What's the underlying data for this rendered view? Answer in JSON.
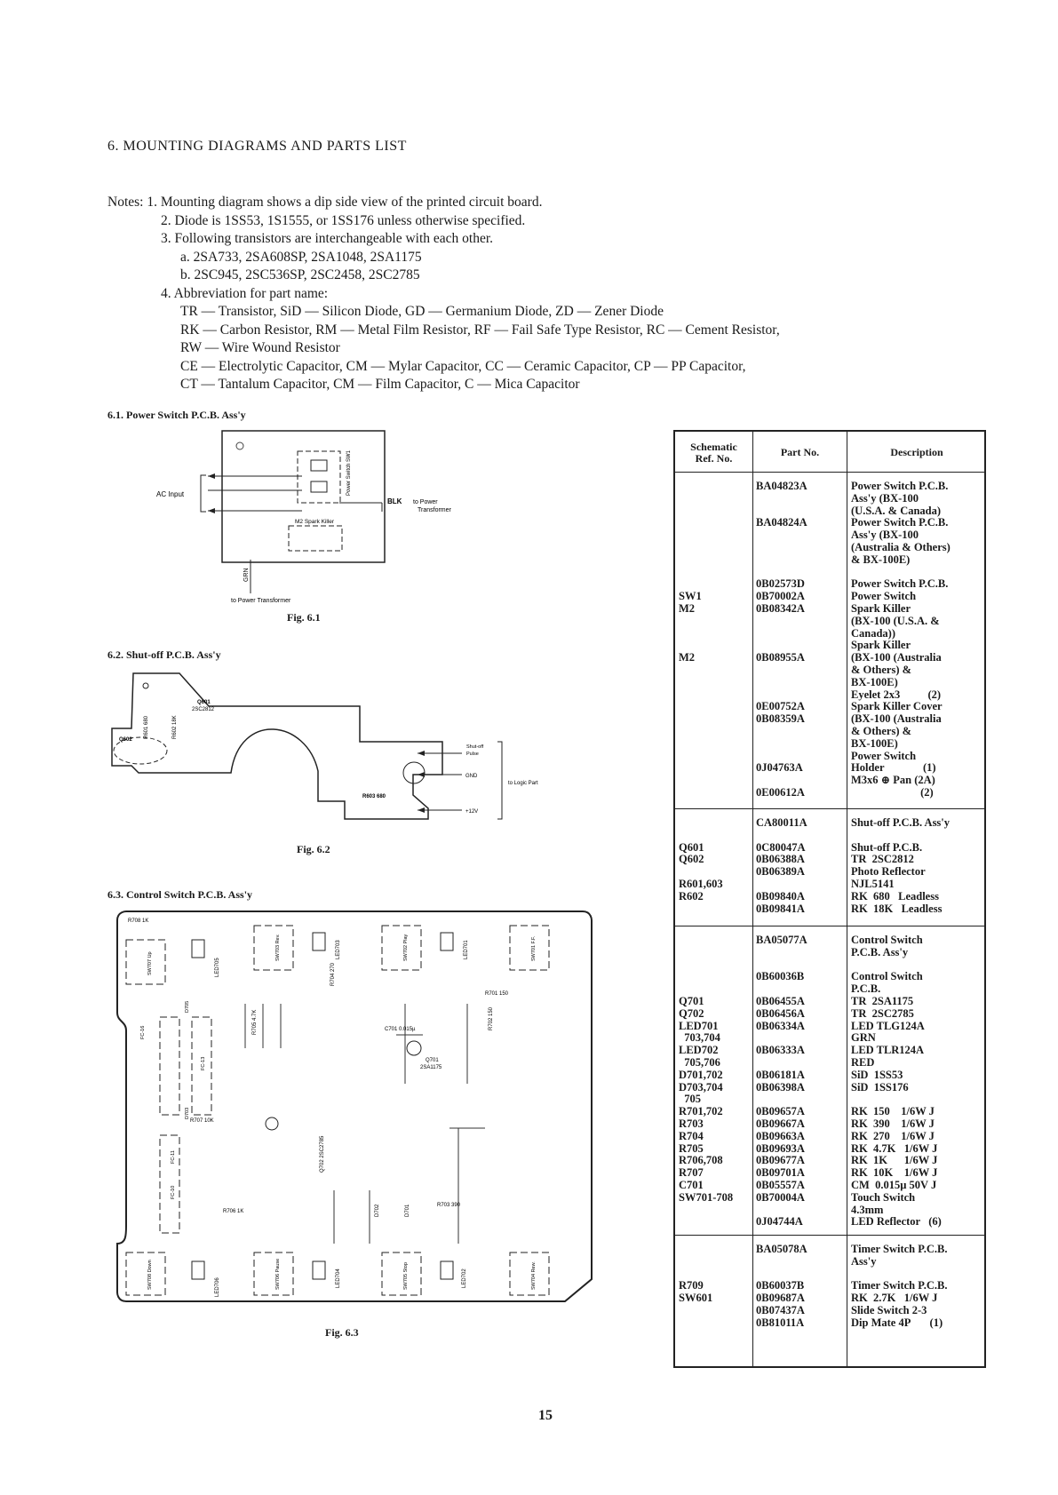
{
  "heading": "6.    MOUNTING DIAGRAMS AND PARTS LIST",
  "notes": [
    "Notes:  1.  Mounting diagram shows a dip side view of the printed circuit board.",
    "2.  Diode is 1SS53, 1S1555, or 1SS176 unless otherwise specified.",
    "3.  Following transistors are interchangeable with each other.",
    "a.  2SA733, 2SA608SP, 2SA1048, 2SA1175",
    "b.  2SC945, 2SC536SP, 2SC2458, 2SC2785",
    "4.  Abbreviation for part name:",
    "TR — Transistor, SiD — Silicon Diode, GD — Germanium Diode, ZD — Zener Diode",
    "RK — Carbon Resistor, RM — Metal Film Resistor, RF — Fail Safe Type Resistor, RC — Cement Resistor,",
    "RW — Wire Wound Resistor",
    "CE — Electrolytic Capacitor, CM — Mylar Capacitor, CC — Ceramic Capacitor, CP — PP Capacitor,",
    "CT — Tantalum Capacitor, CM — Film Capacitor, C — Mica Capacitor"
  ],
  "sections": {
    "s61": "6.1. Power Switch P.C.B. Ass'y",
    "s62": "6.2. Shut-off P.C.B. Ass'y",
    "s63": "6.3. Control Switch P.C.B. Ass'y"
  },
  "figures": {
    "f1": "Fig. 6.1",
    "f2": "Fig. 6.2",
    "f3": "Fig. 6.3"
  },
  "fig1_labels": {
    "ac_input": "AC Input",
    "blk": "BLK",
    "to_power_transformer_right": "to Power\nTransformer",
    "m2": "M2 Spark Killer",
    "grn": "GRN",
    "to_power_transformer_bottom": "to Power Transformer",
    "sw1": "Power Switch SW1"
  },
  "fig2_labels": {
    "q601": "Q601",
    "q601_type": "2SC2812",
    "q602": "Q602",
    "r601": "R601 680",
    "r602": "R602 18K",
    "r603": "R603  680",
    "shutoff": "Shut-off\nPulse",
    "gnd": "GND",
    "v12": "+12V",
    "to_logic": "to Logic Part"
  },
  "fig3_labels": {
    "r708": "R708 1K",
    "r701": "R701 150",
    "r702": "R702 150",
    "r704": "R704 270",
    "r705": "R705 4.7K",
    "r707": "R707 10K",
    "r706": "R706 1K",
    "r703": "R703 390",
    "c701": "C701 0.015µ",
    "q701": "Q701",
    "q701_type": "2SA1175",
    "q702": "Q702 2SC2785",
    "d702": "D702",
    "d701": "D701",
    "led705": "LED705",
    "led703": "LED703",
    "led701": "LED701",
    "led706": "LED706",
    "led704": "LED704",
    "led702": "LED702",
    "sw707": "SW707 Up",
    "sw703": "SW703 Rev.",
    "sw702": "SW702 Play",
    "sw701": "SW701 F.F.",
    "sw708": "SW708 Down",
    "sw706": "SW706 Pause",
    "sw705": "SW705 Stop",
    "sw704": "SW704 Rew.",
    "fc16": "FC-16",
    "fc13": "FC-13",
    "fc11": "FC-11",
    "fc10": "FC-10",
    "d705": "D705",
    "d703": "D703"
  },
  "table": {
    "headers": [
      "Schematic\nRef. No.",
      "Part No.",
      "Description"
    ],
    "groups": [
      {
        "refs": "\n\n\n\n\n\n\n\n\nSW1\nM2\n\n\n\nM2",
        "parts": "BA04823A\n\n\nBA04824A\n\n\n\n\n0B02573D\n0B70002A\n0B08342A\n\n\n\n0B08955A\n\n\n\n0E00752A\n0B08359A\n\n\n\n0J04763A\n\n0E00612A",
        "descs": "Power Switch P.C.B.\nAss'y (BX-100\n(U.S.A. & Canada)\nPower Switch P.C.B.\nAss'y (BX-100\n(Australia & Others)\n& BX-100E)\n\nPower Switch P.C.B.\nPower Switch\nSpark Killer\n(BX-100 (U.S.A. &\nCanada))\nSpark Killer\n(BX-100 (Australia\n& Others) &\nBX-100E)\nEyelet 2x3          (2)\nSpark Killer Cover\n(BX-100 (Australia\n& Others) &\nBX-100E)\nPower Switch\nHolder              (1)\nM3x6 ⊕ Pan (2A)\n                         (2)"
      },
      {
        "refs": "\n\nQ601\nQ602\n\nR601,603\nR602",
        "parts": "CA80011A\n\n0C80047A\n0B06388A\n0B06389A\n\n0B09840A\n0B09841A",
        "descs": "Shut-off P.C.B. Ass'y\n\nShut-off P.C.B.\nTR  2SC2812\nPhoto Reflector\nNJL5141\nRK  680   Leadless\nRK  18K   Leadless"
      },
      {
        "refs": "\n\n\n\n\nQ701\nQ702\nLED701\n  703,704\nLED702\n  705,706\nD701,702\nD703,704\n  705\nR701,702\nR703\nR704\nR705\nR706,708\nR707\nC701\nSW701-708",
        "parts": "BA05077A\n\n\n0B60036B\n\n0B06455A\n0B06456A\n0B06334A\n\n0B06333A\n\n0B06181A\n0B06398A\n\n0B09657A\n0B09667A\n0B09663A\n0B09693A\n0B09677A\n0B09701A\n0B05557A\n0B70004A\n\n0J04744A",
        "descs": "Control Switch\nP.C.B. Ass'y\n\nControl Switch\nP.C.B.\nTR  2SA1175\nTR  2SC2785\nLED TLG124A\nGRN\nLED TLR124A\nRED\nSiD  1SS53\nSiD  1SS176\n\nRK  150    1/6W J\nRK  390    1/6W J\nRK  270    1/6W J\nRK  4.7K   1/6W J\nRK  1K      1/6W J\nRK  10K    1/6W J\nCM  0.015µ 50V J\nTouch Switch\n4.3mm\nLED Reflector   (6)"
      },
      {
        "refs": "\n\n\nR709\nSW601",
        "parts": "BA05078A\n\n\n0B60037B\n0B09687A\n0B07437A\n0B81011A",
        "descs": "Timer Switch P.C.B.\nAss'y\n\nTimer Switch P.C.B.\nRK  2.7K   1/6W J\nSlide Switch 2-3\nDip Mate 4P       (1)"
      }
    ]
  },
  "page_number": "15"
}
